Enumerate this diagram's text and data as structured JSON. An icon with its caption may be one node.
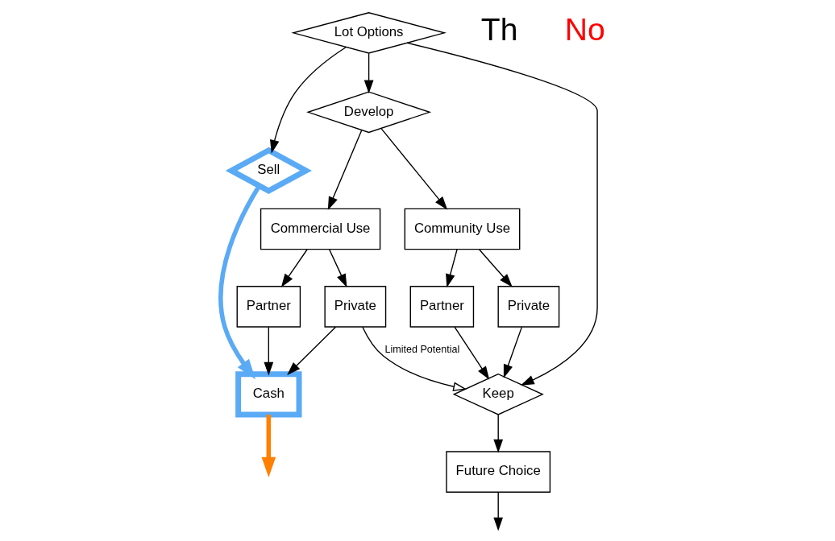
{
  "diagram": {
    "nodes": [
      {
        "text": [
          "Lot Options"
        ]
      },
      {
        "text": [
          "Sell"
        ]
      },
      {
        "text": [
          "Develop"
        ]
      },
      {
        "text": [
          "Keep"
        ]
      },
      {
        "text": [
          "Commercial Use"
        ]
      },
      {
        "text": [
          "Community Use"
        ]
      },
      {
        "text": [
          "Future Choice"
        ]
      },
      {
        "text": [
          "Partner"
        ]
      },
      {
        "text": [
          "Private"
        ]
      },
      {
        "text": [
          "Partner"
        ]
      },
      {
        "text": [
          "Private"
        ]
      },
      {
        "text": [
          "Cash"
        ]
      }
    ],
    "edges": [
      {
        "from": 0,
        "to": 1,
        "arrow": "to"
      },
      {
        "from": 0,
        "to": 2,
        "arrow": "to"
      },
      {
        "from": 0,
        "to": 3,
        "arrow": "to"
      },
      {
        "from": 1,
        "to": 11,
        "arrow": "to",
        "style": "thick",
        "color": "#5aaaf5"
      },
      {
        "from": 2,
        "to": 4,
        "arrow": "to"
      },
      {
        "from": 2,
        "to": 5,
        "arrow": "to"
      },
      {
        "from": 3,
        "to": 6,
        "arrow": "to"
      },
      {
        "from": 4,
        "to": 7,
        "arrow": "to"
      },
      {
        "from": 4,
        "to": 8,
        "arrow": "to"
      },
      {
        "from": 5,
        "to": 9,
        "arrow": "to"
      },
      {
        "from": 5,
        "to": 10,
        "arrow": "to"
      },
      {
        "from": 7,
        "to": 11,
        "arrow": "to"
      },
      {
        "from": 8,
        "to": 11,
        "arrow": "to"
      },
      {
        "from": 8,
        "to": 3,
        "arrow": "to",
        "label": "Limited Potential"
      },
      {
        "from": 9,
        "to": 3,
        "arrow": "to"
      },
      {
        "from": 10,
        "to": 3,
        "arrow": "to"
      },
      {
        "from": 6,
        "to": null,
        "arrow": "to"
      },
      {
        "from": 11,
        "to": null,
        "arrow": "to",
        "style": "thick",
        "color": "#ff8000"
      }
    ],
    "labels": [
      "Th",
      "No"
    ]
  }
}
